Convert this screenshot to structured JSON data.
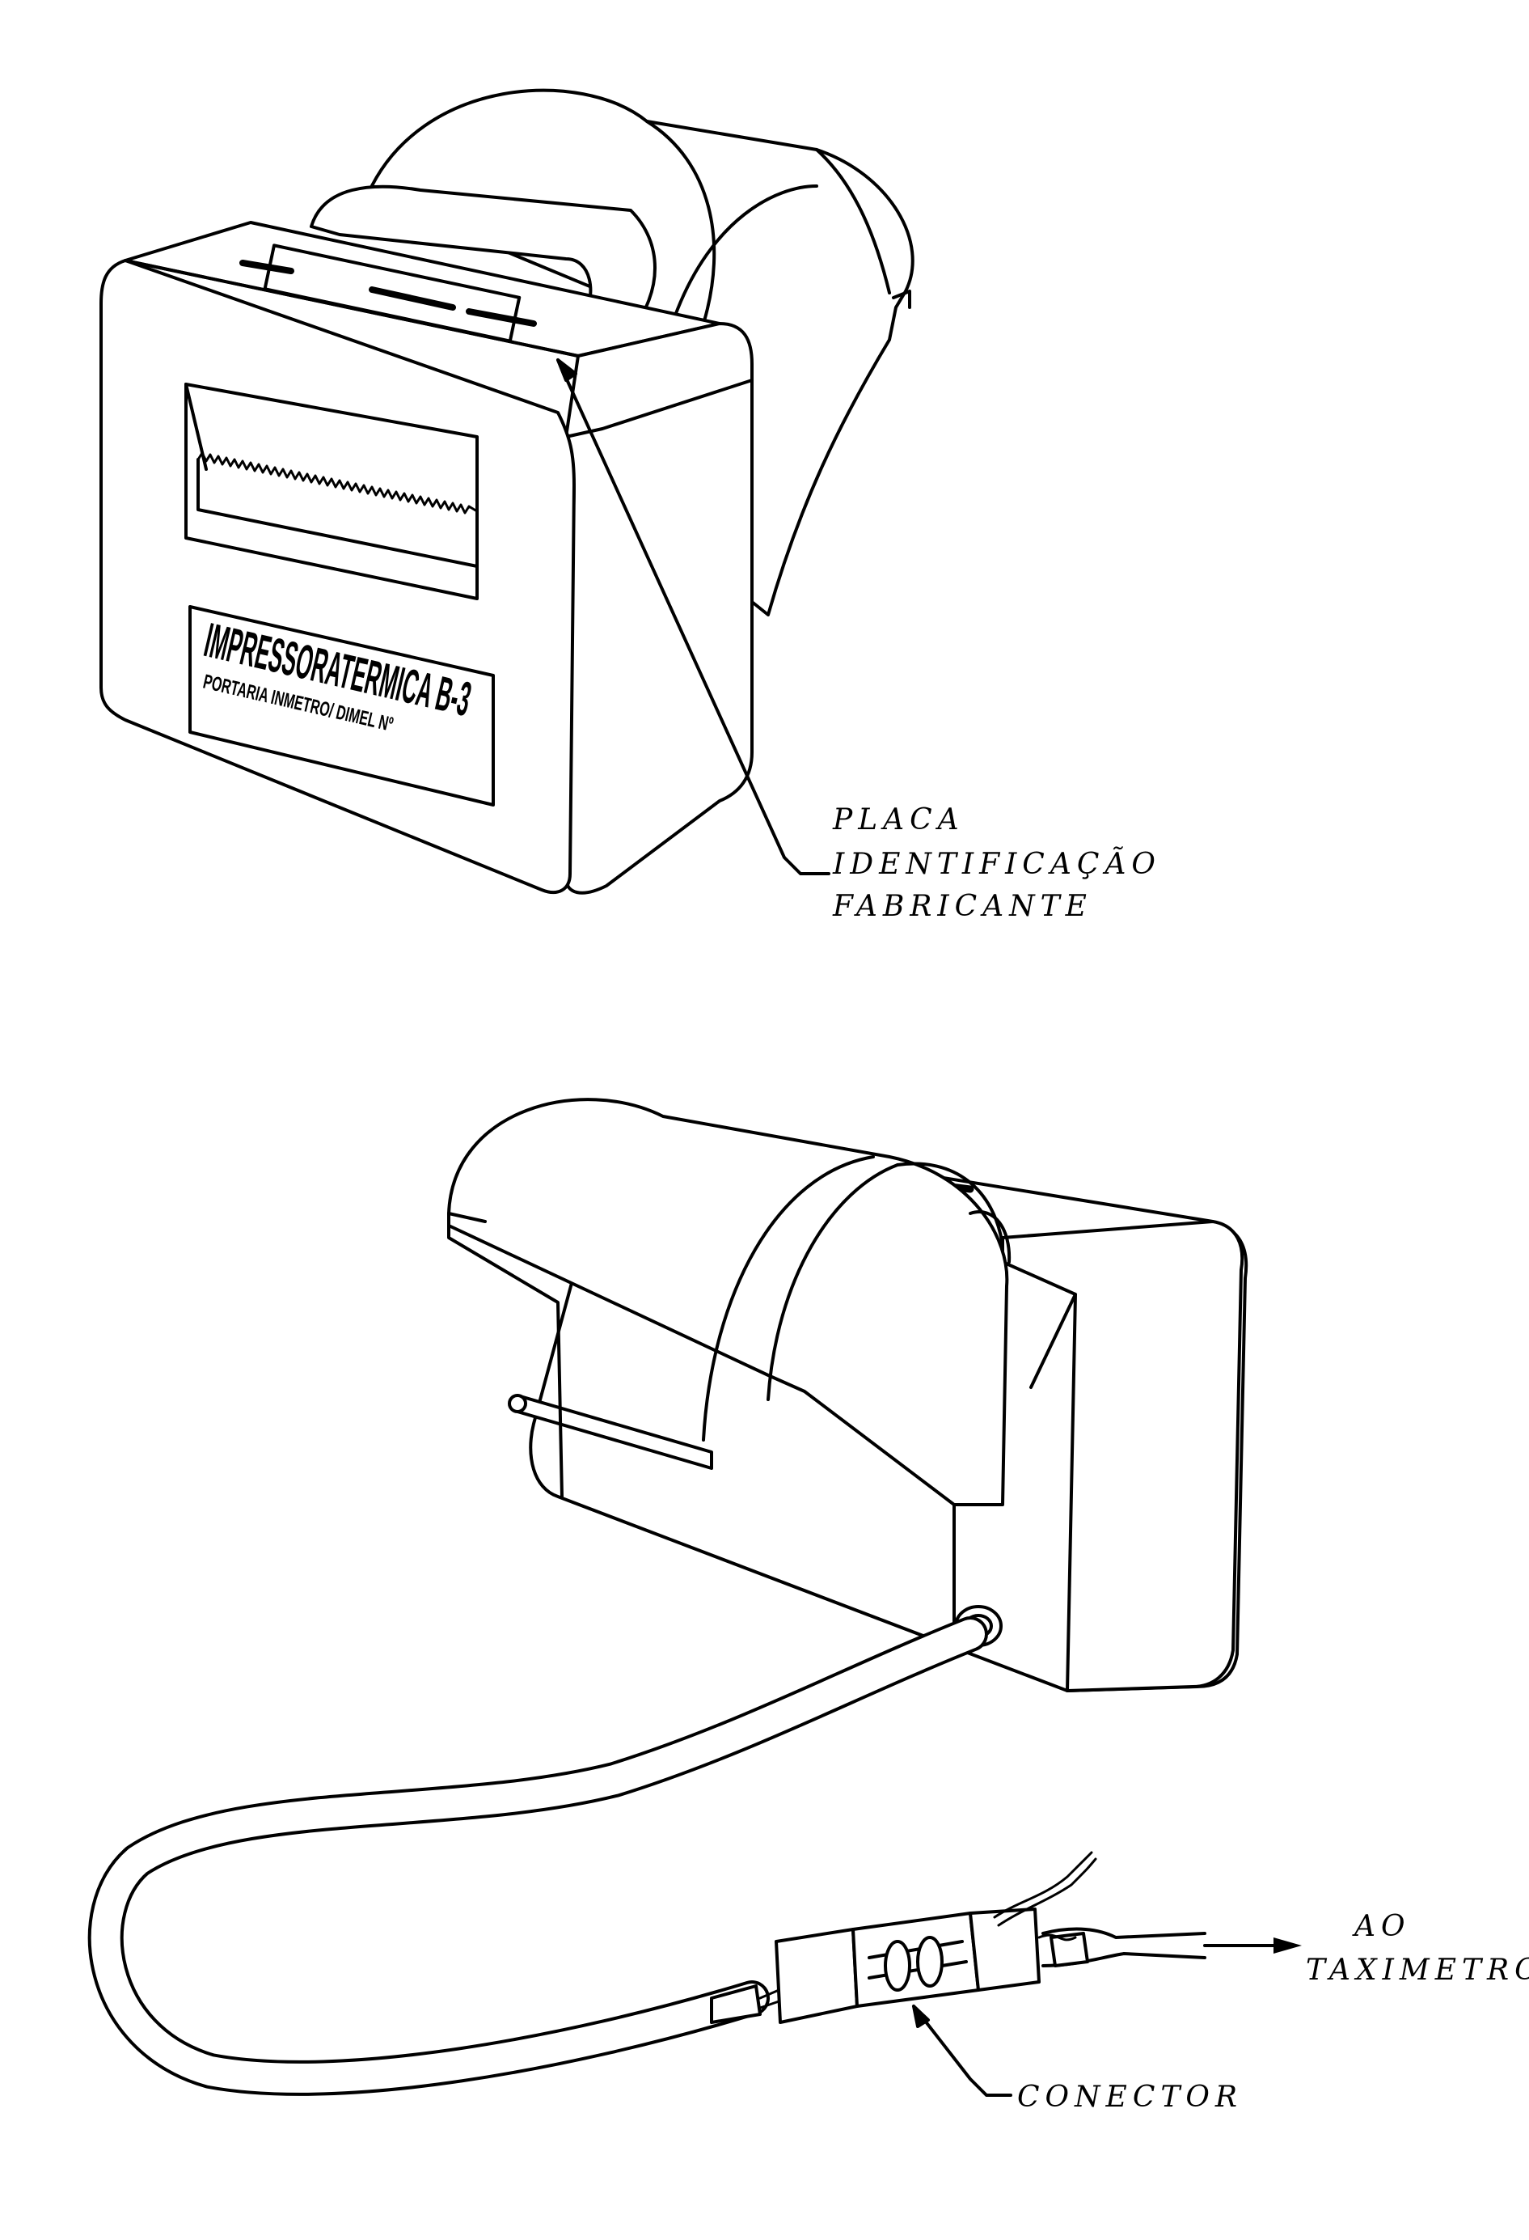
{
  "front_plate": {
    "line1": "IMPRESSORATERMICA B-3",
    "line2": "PORTARIA INMETRO/ DIMEL Nº"
  },
  "callouts": {
    "placa_line1": "PLACA",
    "placa_line2": "IDENTIFICAÇÃO",
    "placa_line3": "FABRICANTE",
    "destination_line1": "AO",
    "destination_line2": "TAXIMETRO",
    "connector": "CONECTOR"
  },
  "colors": {
    "ink": "#000000",
    "paper": "#ffffff"
  }
}
